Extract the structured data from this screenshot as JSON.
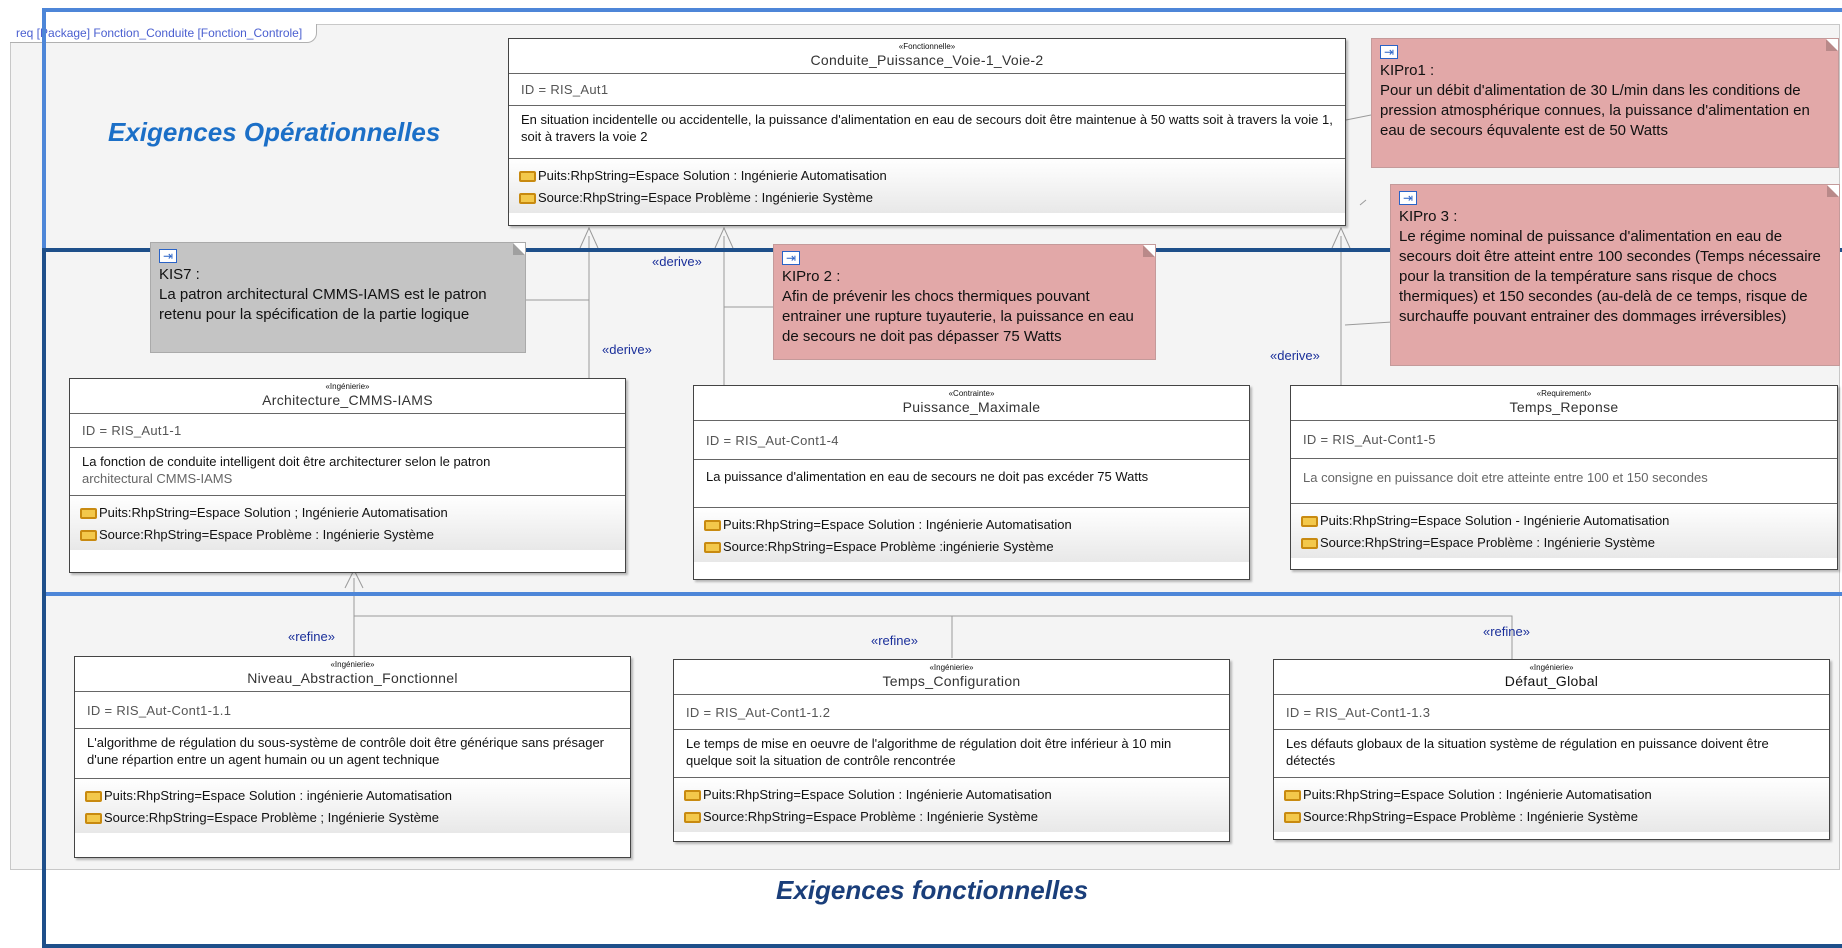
{
  "package_label": "req [Package] Fonction_Conduite [Fonction_Controle]",
  "regions": {
    "operational": "Exigences Opérationnelles",
    "functional": "Exigences fonctionnelles"
  },
  "requirements": [
    {
      "stereotype": "«Fonctionnelle»",
      "name": "Conduite_Puissance_Voie-1_Voie-2",
      "id": "ID = RIS_Aut1",
      "text": "En situation incidentelle ou accidentelle, la puissance d'alimentation en eau de secours doit être maintenue à 50 watts soit à travers la voie 1, soit à travers la voie 2",
      "text2": "",
      "puits": "Puits:RhpString=Espace Solution : Ingénierie Automatisation",
      "source": "Source:RhpString=Espace Problème : Ingénierie Système"
    },
    {
      "stereotype": "«Ingénierie»",
      "name": "Architecture_CMMS-IAMS",
      "id": "ID = RIS_Aut1-1",
      "text": "La fonction de conduite intelligent doit être architecturer selon le patron",
      "text2": "architectural CMMS-IAMS",
      "puits": "Puits:RhpString=Espace Solution ; Ingénierie Automatisation",
      "source": "Source:RhpString=Espace Problème : Ingénierie Système"
    },
    {
      "stereotype": "«Contrainte»",
      "name": "Puissance_Maximale",
      "id": "ID = RIS_Aut-Cont1-4",
      "text": "La puissance d'alimentation en eau de secours ne doit pas excéder 75 Watts",
      "text2": "",
      "puits": "Puits:RhpString=Espace Solution : Ingénierie Automatisation",
      "source": "Source:RhpString=Espace Problème :ingénierie Système"
    },
    {
      "stereotype": "«Requirement»",
      "name": "Temps_Reponse",
      "id": "ID = RIS_Aut-Cont1-5",
      "text": "La consigne en puissance doit etre atteinte entre 100 et 150 secondes",
      "text2": "",
      "puits": "Puits:RhpString=Espace Solution - Ingénierie Automatisation",
      "source": "Source:RhpString=Espace Problème : Ingénierie Système"
    },
    {
      "stereotype": "«Ingénierie»",
      "name": "Niveau_Abstraction_Fonctionnel",
      "id": "ID = RIS_Aut-Cont1-1.1",
      "text": "L'algorithme de régulation du sous-système de contrôle doit être générique sans présager d'une répartion entre un agent humain ou un agent technique",
      "text2": "",
      "puits": "Puits:RhpString=Espace Solution : ingénierie Automatisation",
      "source": "Source:RhpString=Espace Problème ; Ingénierie Système"
    },
    {
      "stereotype": "«Ingénierie»",
      "name": "Temps_Configuration",
      "id": "ID = RIS_Aut-Cont1-1.2",
      "text": "Le temps de mise en oeuvre de l'algorithme de régulation doit être inférieur à 10 min quelque soit la situation de contrôle rencontrée",
      "text2": "",
      "puits": "Puits:RhpString=Espace Solution : Ingénierie Automatisation",
      "source": "Source:RhpString=Espace Problème : Ingénierie Système"
    },
    {
      "stereotype": "«Ingénierie»",
      "name": "Défaut_Global",
      "id": "ID = RIS_Aut-Cont1-1.3",
      "text": "Les défauts globaux de la situation système de régulation en puissance doivent être détectés",
      "text2": "",
      "puits": "Puits:RhpString=Espace Solution : Ingénierie Automatisation",
      "source": "Source:RhpString=Espace Problème : Ingénierie Système"
    }
  ],
  "notes": [
    {
      "title": "KIPro1 :",
      "text": "Pour un débit d'alimentation de 30 L/min dans les conditions de pression atmosphérique connues, la puissance d'alimentation en eau de secours équvalente est de 50 Watts"
    },
    {
      "title": "KIPro 3 :",
      "text": "Le régime nominal de puissance d'alimentation en eau de secours doit être atteint entre 100 secondes (Temps nécessaire pour la transition de la température sans risque de chocs thermiques) et 150 secondes (au-delà de ce temps, risque de surchauffe pouvant entrainer des dommages irréversibles)"
    },
    {
      "title": "KIPro 2 :",
      "text": "Afin de prévenir les chocs thermiques pouvant entrainer une rupture tuyauterie, la puissance en eau de secours ne doit pas dépasser 75 Watts"
    },
    {
      "title": "KIS7 :",
      "text": "La patron architectural CMMS-IAMS est le patron retenu pour la spécification de la partie logique"
    }
  ],
  "relations": {
    "derive_1": "«derive»",
    "derive_2": "«derive»",
    "derive_3": "«derive»",
    "refine_1": "«refine»",
    "refine_2": "«refine»",
    "refine_3": "«refine»"
  },
  "colors": {
    "operational_border": "#4d86d8",
    "functional_border": "#1e4f8a",
    "note_pink": "#e2a8a8",
    "note_grey": "#c4c4c4",
    "link_label": "#1a2f9a"
  }
}
